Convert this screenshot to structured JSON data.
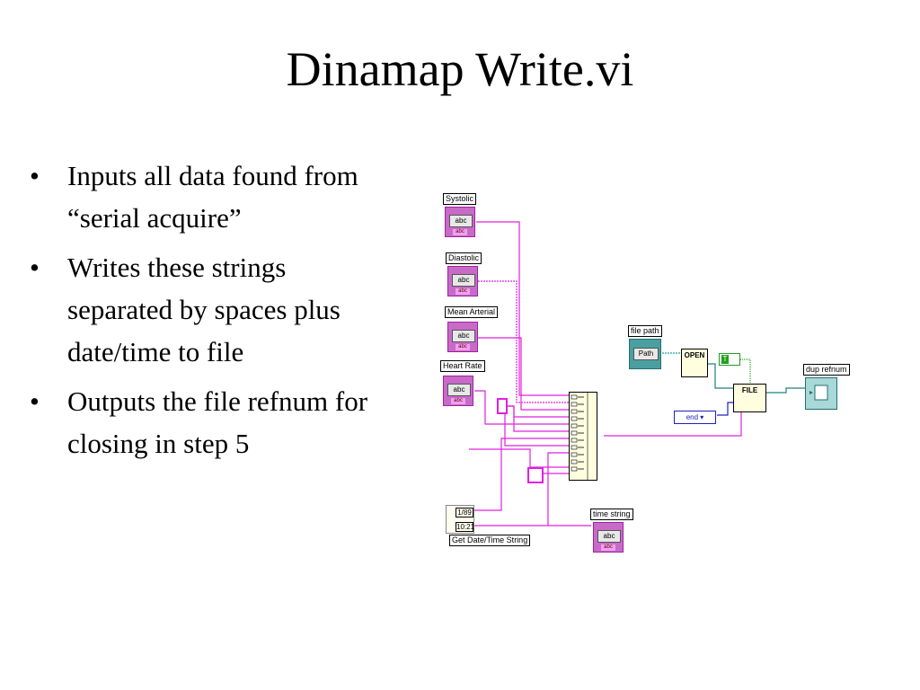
{
  "slide": {
    "title": "Dinamap Write.vi",
    "bullets": [
      "Inputs all data found from “serial acquire”",
      "Writes these strings separated by spaces plus date/time to file",
      "Outputs the file refnum for closing in step 5"
    ]
  },
  "diagram": {
    "labels": {
      "systolic": "Systolic",
      "diastolic": "Diastolic",
      "mean_arterial": "Mean Arterial",
      "heart_rate": "Heart Rate",
      "file_path": "file path",
      "dup_refnum": "dup refnum",
      "time_string": "time string",
      "date_time_fn": "Get Date/Time String"
    },
    "terminal_text": {
      "abc": "abc",
      "path": "Path",
      "open": "OPEN",
      "file": "FILE",
      "true_const": "T",
      "end": "end ▾",
      "date": "1/89",
      "time": "10:21"
    },
    "wire_colors": {
      "string": "#e020e0",
      "path": "#20a0a0",
      "refnum": "#208080",
      "bool": "#20a020",
      "enum": "#2020c0"
    }
  }
}
